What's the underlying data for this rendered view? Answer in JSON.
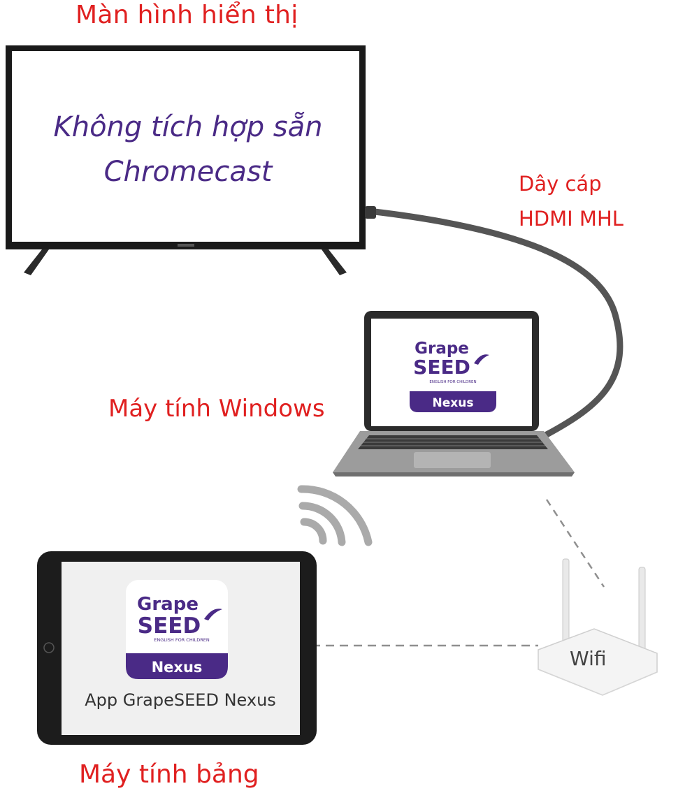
{
  "labels": {
    "display": "Màn hình hiển thị",
    "tv_screen_line1": "Không tích hợp sẵn",
    "tv_screen_line2": "Chromecast",
    "cable_line1": "Dây cáp",
    "cable_line2": "HDMI MHL",
    "laptop": "Máy tính Windows",
    "tablet": "Máy tính bảng",
    "app": "App GrapeSEED Nexus",
    "wifi": "Wifi"
  },
  "logo": {
    "word1": "Grape",
    "word2": "SEED",
    "tagline": "ENGLISH FOR CHILDREN",
    "product": "Nexus"
  },
  "colors": {
    "label_red": "#e02020",
    "brand_purple": "#4a2a86",
    "cable": "#555555",
    "wireless": "#aaaaaa"
  }
}
